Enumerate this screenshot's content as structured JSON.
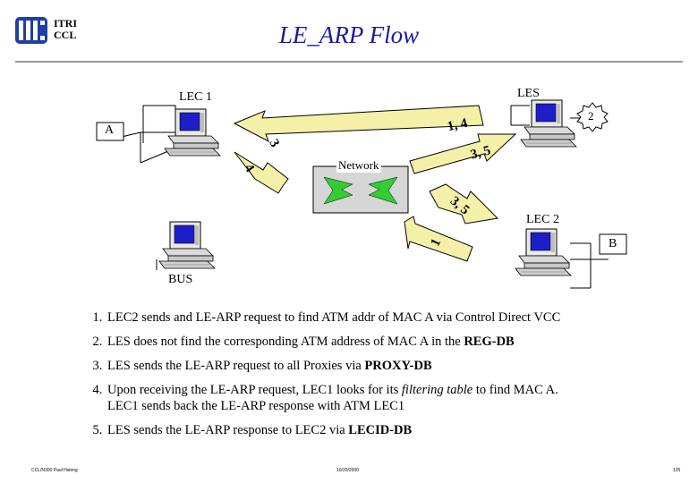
{
  "header": {
    "org_line1": "ITRI",
    "org_line2": "CCL",
    "title": "LE_ARP Flow"
  },
  "diagram": {
    "lec1_label": "LEC 1",
    "les_label": "LES",
    "lec2_label": "LEC 2",
    "bus_label": "BUS",
    "host_a": "A",
    "host_b": "B",
    "network_label": "Network",
    "step_badge": "2",
    "arrow_les_to_lec1": "1, 4",
    "arrow_lec1_to_les": "3",
    "arrow_lec1_to_network": "4",
    "arrow_network_to_les": "3, 5",
    "arrow_network_to_lec2": "3, 5",
    "arrow_lec2_to_network": "1"
  },
  "steps": [
    {
      "parts": [
        "LEC2 sends and LE-ARP request to find ATM addr of MAC A via Control Direct VCC"
      ]
    },
    {
      "parts": [
        "LES does not find the corresponding ATM address of MAC A in the ",
        "REG-DB"
      ]
    },
    {
      "parts": [
        "LES sends the LE-ARP request to all Proxies via ",
        "PROXY-DB"
      ]
    },
    {
      "parts": [
        "Upon receiving the LE-ARP request, LEC1 looks for its ",
        "filtering table",
        " to find MAC A.",
        "LEC1 sends back the LE-ARP response with ATM LEC1"
      ]
    },
    {
      "parts": [
        "LES sends the LE-ARP response to LEC2 via ",
        "LECID-DB"
      ]
    }
  ],
  "footer": {
    "left": "CCL/N300 Paul Hsieng",
    "center": "10/20/2000",
    "right": "125"
  },
  "colors": {
    "title": "#1a18a0",
    "arrow": "#f4f0a8",
    "network_box": "#d6d6d6",
    "screen": "#1e1ec8",
    "leaf": "#33cc33"
  }
}
